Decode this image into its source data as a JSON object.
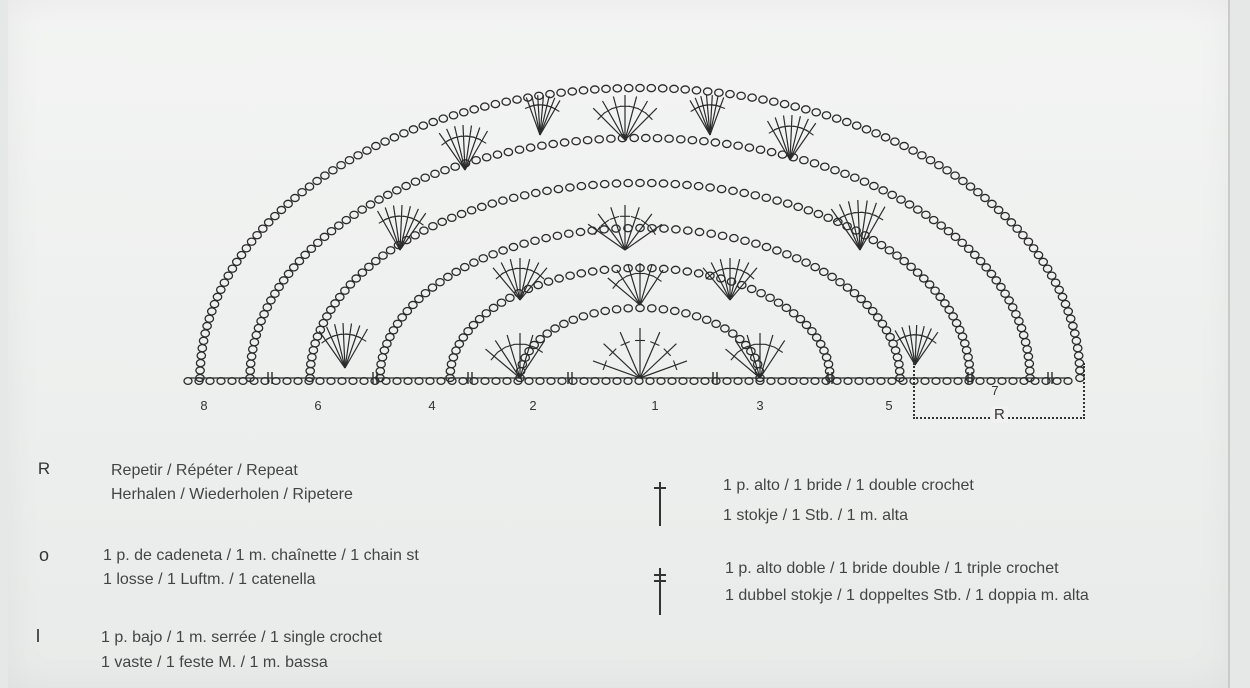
{
  "diagram": {
    "row_labels": [
      "8",
      "6",
      "4",
      "2",
      "1",
      "3",
      "5",
      "7"
    ],
    "repeat_label": "R",
    "colors": {
      "ink": "#2b2b2b",
      "paper": "#f0f1f0"
    }
  },
  "legend": {
    "repeat": {
      "symbol": "R",
      "line1": "Repetir / Répéter / Repeat",
      "line2": "Herhalen / Wiederholen / Ripetere"
    },
    "chain": {
      "symbol": "o",
      "line1": "1 p. de cadeneta / 1 m. chaînette / 1 chain st",
      "line2": "1 losse / 1 Luftm. / 1 catenella"
    },
    "single": {
      "symbol": "I",
      "line1": "1 p. bajo / 1 m. serrée / 1 single crochet",
      "line2": "1 vaste / 1 feste M. / 1 m. bassa"
    },
    "double": {
      "symbol": "double-crochet-icon",
      "line1": "1 p. alto / 1 bride / 1 double crochet",
      "line2": "1 stokje / 1 Stb. / 1 m. alta"
    },
    "triple": {
      "symbol": "triple-crochet-icon",
      "line1": "1 p. alto doble / 1 bride double / 1 triple crochet",
      "line2": "1 dubbel stokje / 1 doppeltes Stb. / 1 doppia m. alta"
    }
  }
}
